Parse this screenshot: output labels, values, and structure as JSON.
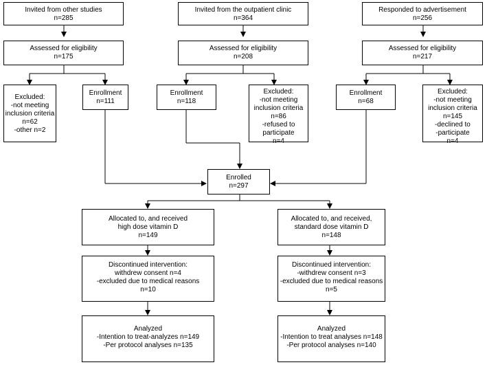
{
  "sources": {
    "other_studies": {
      "label": "Invited from other studies",
      "count": "n=285"
    },
    "outpatient": {
      "label": "Invited from the outpatient clinic",
      "count": "n=364"
    },
    "advertisement": {
      "label": "Responded to advertisement",
      "count": "n=256"
    }
  },
  "eligibility": {
    "left": {
      "label": "Assessed for eligibility",
      "count": "n=175"
    },
    "middle": {
      "label": "Assessed for eligibility",
      "count": "n=208"
    },
    "right": {
      "label": "Assessed for eligibility",
      "count": "n=217"
    }
  },
  "excluded": {
    "left": [
      "Excluded:",
      "-not meeting",
      "inclusion criteria",
      "n=62",
      "-other n=2"
    ],
    "middle": [
      "Excluded:",
      "-not meeting",
      "inclusion criteria",
      "n=86",
      "-refused to",
      "participate",
      "n=4"
    ],
    "right": [
      "Excluded:",
      "-not meeting",
      "inclusion criteria",
      "n=145",
      "-declined to",
      "-participate",
      "n=4"
    ]
  },
  "enrollment": {
    "left": {
      "label": "Enrollment",
      "count": "n=111"
    },
    "middle": {
      "label": "Enrollment",
      "count": "n=118"
    },
    "right": {
      "label": "Enrollment",
      "count": "n=68"
    }
  },
  "enrolled": {
    "label": "Enrolled",
    "count": "n=297"
  },
  "arms": {
    "high": {
      "allocated": [
        "Allocated to, and received",
        "high dose vitamin D",
        "n=149"
      ],
      "discontinued": [
        "Discontinued intervention:",
        "withdrew consent n=4",
        "-excluded due to medical reasons",
        "n=10"
      ],
      "analyzed": [
        "Analyzed",
        "-Intention to treat-analyzes n=149",
        "-Per protocol analyses n=135"
      ]
    },
    "standard": {
      "allocated": [
        "Allocated to, and received,",
        "standard dose vitamin D",
        "n=148"
      ],
      "discontinued": [
        "Discontinued intervention:",
        "-withdrew consent n=3",
        "-excluded due to medical reasons",
        "n=5"
      ],
      "analyzed": [
        "Analyzed",
        "-Intention to treat analyses n=148",
        "-Per protocol analyses n=140"
      ]
    }
  }
}
